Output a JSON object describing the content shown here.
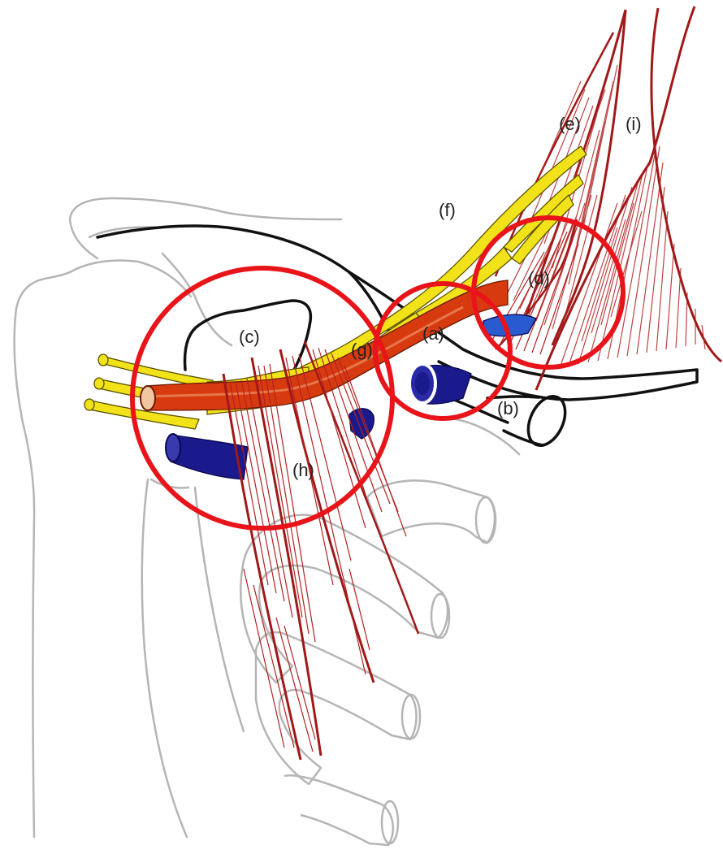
{
  "diagram": {
    "labels": {
      "a": "(a)",
      "b": "(b)",
      "c": "(c)",
      "d": "(d)",
      "e": "(e)",
      "f": "(f)",
      "g": "(g)",
      "h": "(h)",
      "i": "(i)"
    },
    "colors": {
      "bone_outline": "#b5b5b5",
      "clavicle_outline": "#111111",
      "muscle_fiber": "#b22222",
      "muscle_outline": "#a01818",
      "nerve": "#f2e21a",
      "artery": "#d83a10",
      "vein": "#1a1a8c",
      "highlight_circle": "#e8141a"
    }
  }
}
